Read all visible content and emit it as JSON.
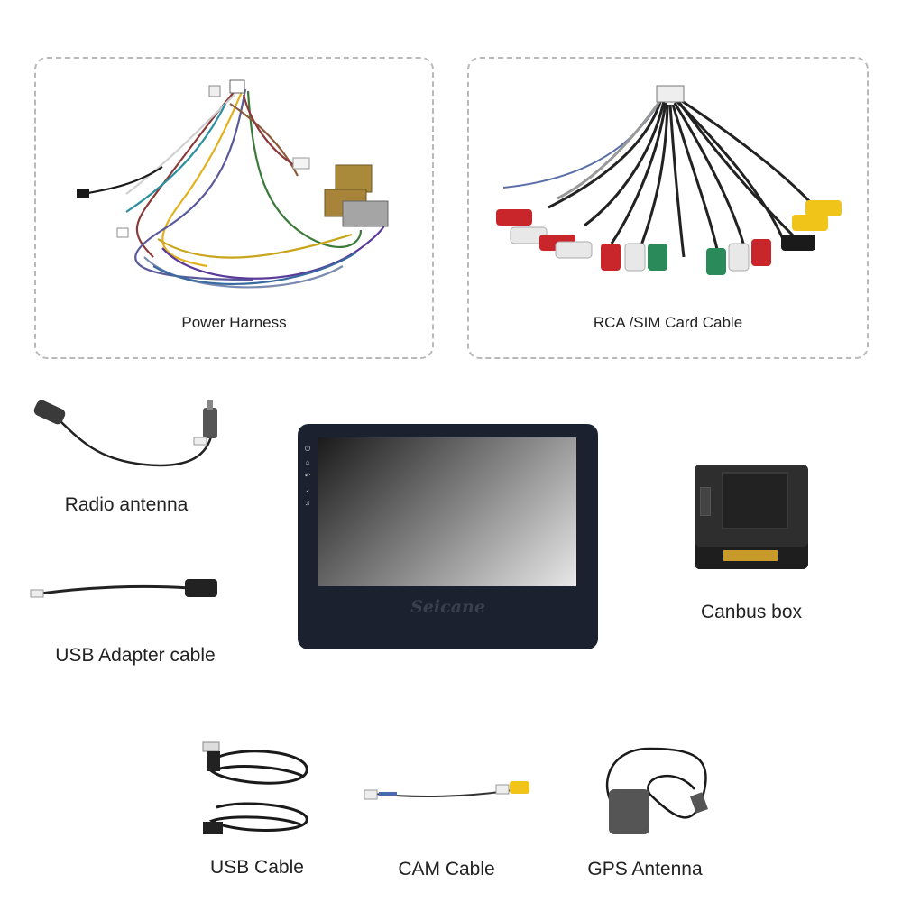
{
  "panels": {
    "power_harness": {
      "label": "Power Harness"
    },
    "rca_cable": {
      "label": "RCA /SIM Card Cable"
    }
  },
  "items": {
    "radio_antenna": "Radio antenna",
    "usb_adapter": "USB Adapter cable",
    "canbus": "Canbus box",
    "usb_cable": "USB Cable",
    "cam_cable": "CAM Cable",
    "gps_antenna": "GPS Antenna"
  },
  "head_unit": {
    "brand": "Seicane"
  }
}
